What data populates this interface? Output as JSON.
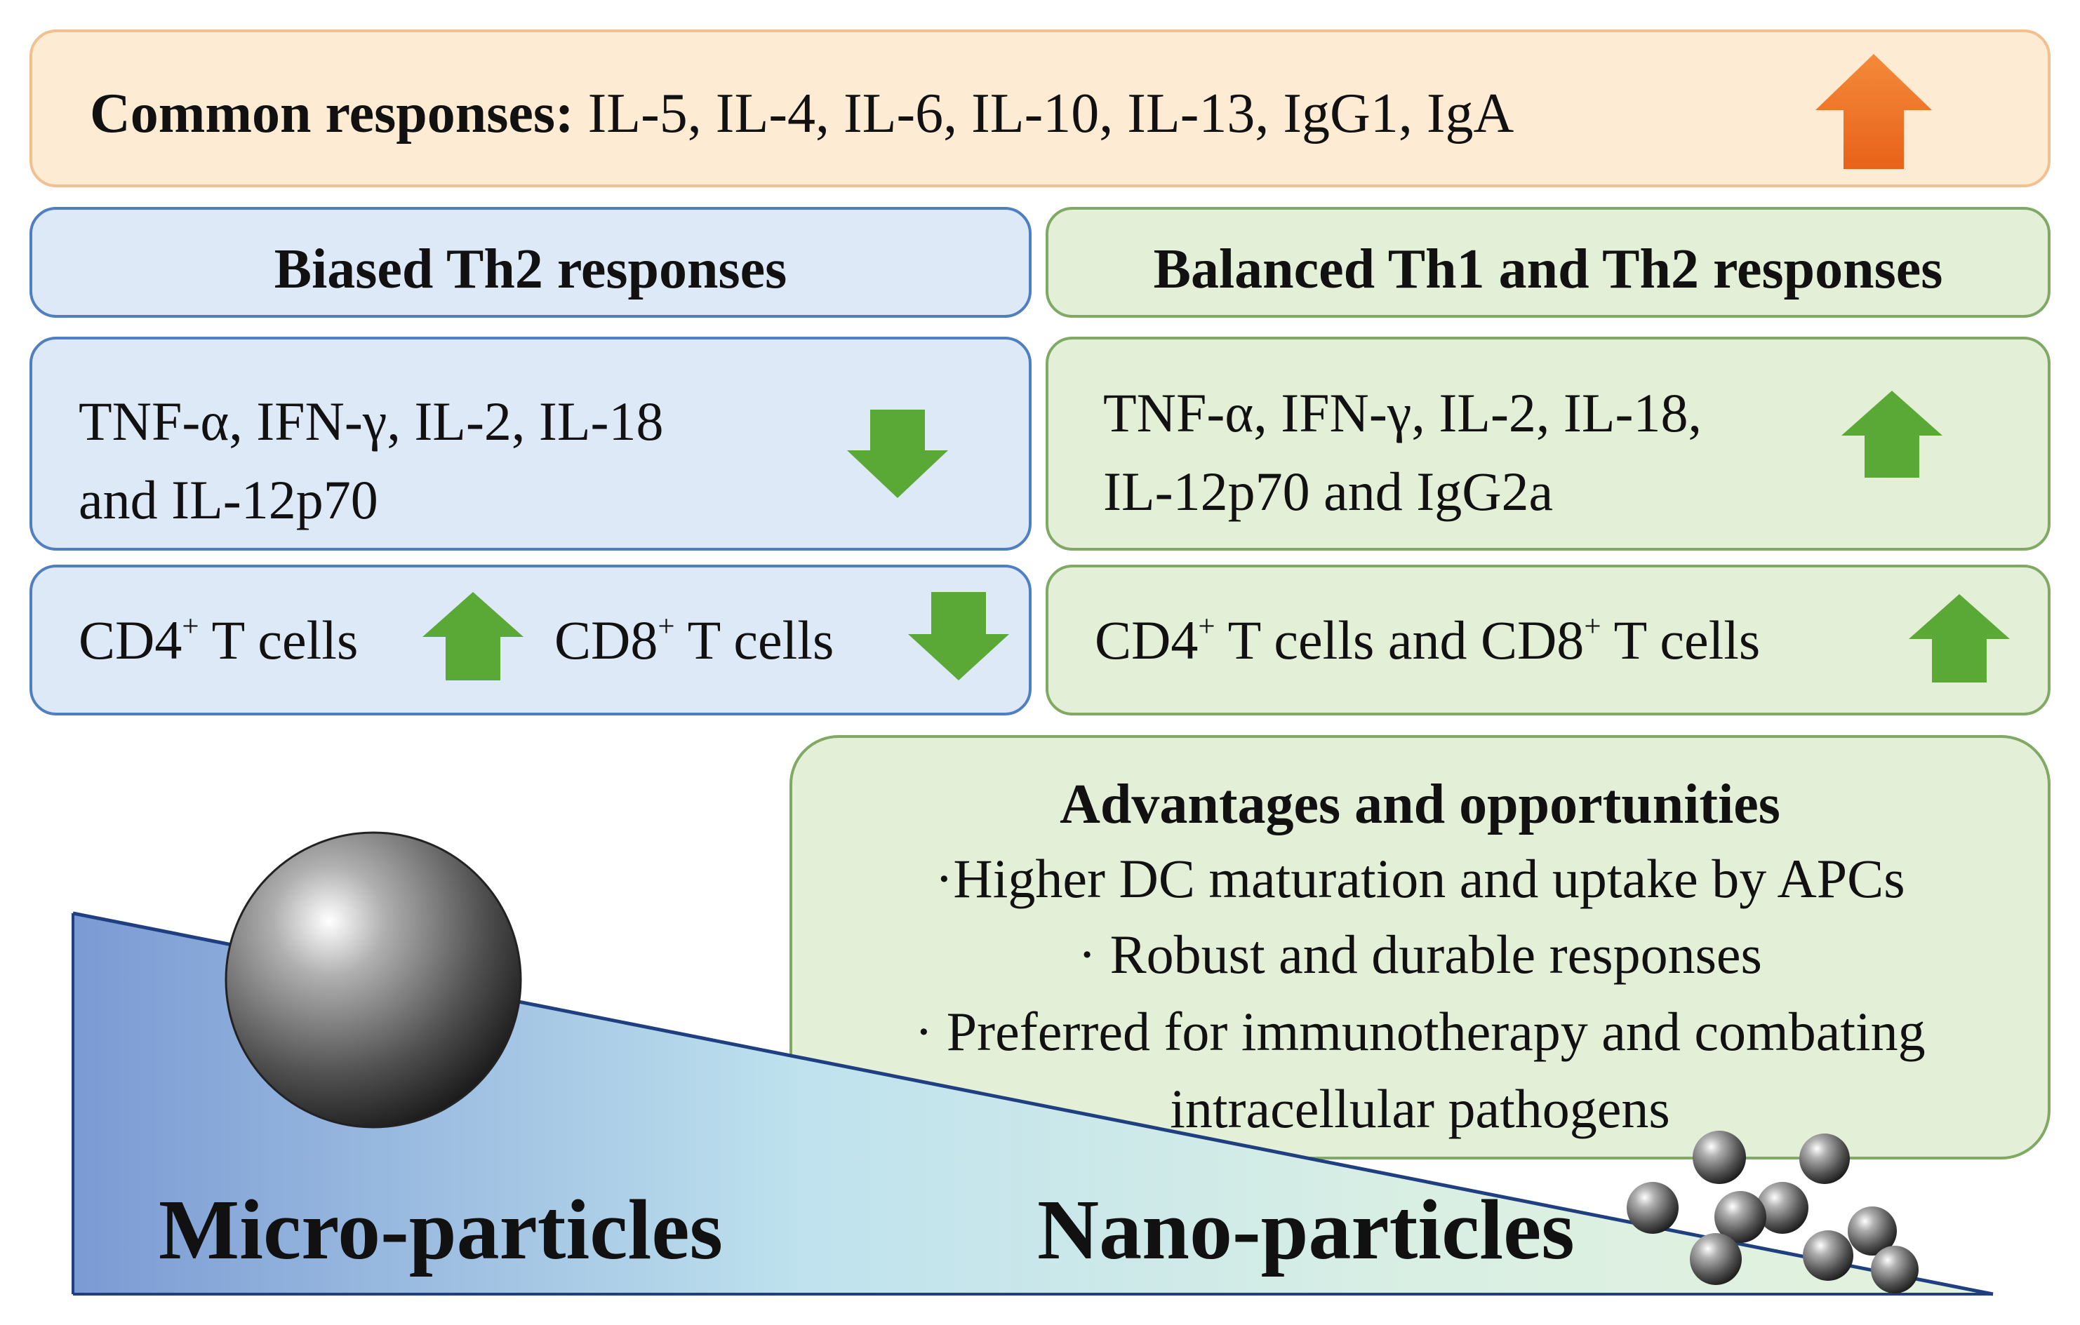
{
  "common": {
    "label": "Common responses:",
    "items": "IL-5, IL-4, IL-6, IL-10, IL-13, IgG1, IgA",
    "arrow_icon": "arrow-up-icon",
    "arrow_color": "#f07a2a"
  },
  "left": {
    "header": "Biased Th2 responses",
    "cytokines_line1": "TNF-α, IFN-γ, IL-2, IL-18",
    "cytokines_line2": "and IL-12p70",
    "cytokines_arrow": "arrow-down-icon",
    "cd4_prefix": "CD4",
    "cd8_prefix": "CD8",
    "sup": "+",
    "tcells": " T cells",
    "cd4_arrow": "arrow-up-icon",
    "cd8_arrow": "arrow-down-icon"
  },
  "right": {
    "header": "Balanced Th1 and Th2 responses",
    "cytokines_line1": "TNF-α, IFN-γ, IL-2, IL-18,",
    "cytokines_line2": "IL-12p70 and IgG2a",
    "cytokines_arrow": "arrow-up-icon",
    "cd4_prefix": "CD4",
    "sup": "+",
    "mid_text": " T cells and CD8",
    "tcells": " T cells",
    "cells_arrow": "arrow-up-icon"
  },
  "advantages": {
    "title": "Advantages and opportunities",
    "items": [
      "·Higher DC maturation and uptake by APCs",
      "· Robust and durable responses",
      "· Preferred for immunotherapy and combating"
    ],
    "continuation": "intracellular pathogens"
  },
  "bottom": {
    "micro": "Micro-particles",
    "nano": "Nano-particles"
  },
  "colors": {
    "arrow_green": "#5aa835",
    "arrow_orange": "#f07a2a",
    "blue_border": "#4f7fc0",
    "green_border": "#7fa964",
    "orange_border": "#f2c08f"
  }
}
